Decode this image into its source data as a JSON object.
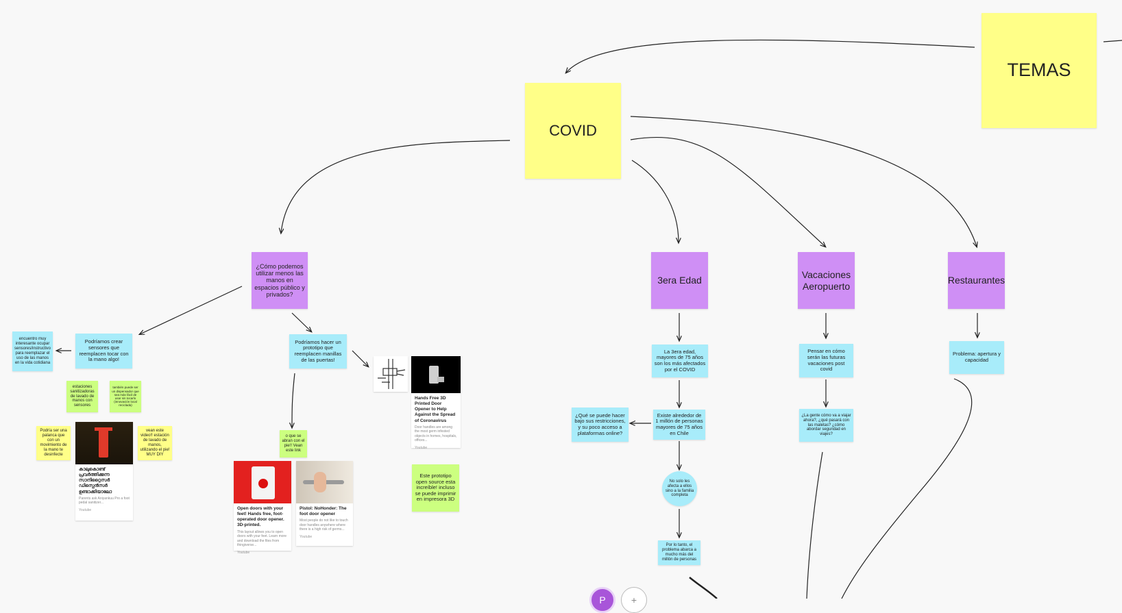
{
  "board": {
    "main_topic": "TEMAS",
    "hub": "COVID",
    "topics": {
      "manos": "¿Cómo podemos utilizar menos las manos en espacios público y privados?",
      "edad": "3era Edad",
      "vacaciones": "Vacaciones Aeropuerto",
      "restaurantes": "Restaurantes"
    },
    "manos_branch": {
      "sensores": "Podríamos crear sensores que reemplacen tocar con la mano algo!",
      "sensores_note": "encuentro muy interesante ocupar sensores/instructivo para reemplazar el uso de las manos en la vida cotidiana",
      "green_note_1": "estaciones sanitizadoras de lavado de manos con sensores",
      "green_note_2": "también puede ser un dispensador que sea más fácil de usar sin tocarlo (innovación local reciclada)",
      "yellow_note_1": "Podría ser una palanca que con un movimiento de la mano te desinfecte",
      "yellow_note_2": "vean este video!! estación de lavado de manos, utilizando el pie! MUY DIY",
      "prototipo": "Podríamos hacer un prototipo que reemplacen manillas de las puertas!",
      "pie_note": "o que se abran con el pie!! Vean este link",
      "open_source_note": "Este prototipo open source esta increíble! incluso se puede imprimir en impresora 3D"
    },
    "cards": {
      "card_1": {
        "title": "കാലുകൊണ്ട് പ്രവർത്തിക്കുന്ന സാനിറ്റൈസർ ഡിസ്പെൻസർ ഉണ്ടാക്കിയാലോ",
        "desc": "Parents ask Aniyankuu Pro a foot pedal sanitizer...",
        "foot": "Youtube"
      },
      "card_2": {
        "title": "Open doors with your feet! Hands free, foot-operated door opener. 3D-printed.",
        "desc": "This layout allows you to open doors with your feet. Learn more and download the files from thingiverse...",
        "foot": "Youtube"
      },
      "card_3": {
        "title": "Pistol: NoHonder: The foot door opener",
        "desc": "Most people do not like to touch door handles anywhere where there is a high risk of germs...",
        "foot": "Youtube"
      },
      "card_4": {
        "title": "Hands Free 3D Printed Door Opener to Help Against the Spread of Coronavirus",
        "desc": "Door handles are among the most germ infested objects in homes, hospitals, offices...",
        "foot": "Youtube"
      }
    },
    "edad_branch": {
      "fact_1": "La 3era edad, mayores de 75 años son los más afectados por el COVID",
      "fact_2": "Existe alrededor de 1 millón de personas mayores de 75 años en Chile",
      "question": "¿Qué se puede hacer bajo sus restricciones, y su poco acceso a plataformas online?",
      "circle": "No solo les afecta a ellos sino a la familia completa",
      "fact_3": "Por lo tanto, el problema abarca a mucho más del millón de personas"
    },
    "vacaciones_branch": {
      "note_1": "Pensar en cómo serán las futuras vacaciones post covid",
      "note_2": "¿La gente cómo va a viajar ahora?, ¿qué pasará con las maletas? ¿cómo abordar seguridad en viajes?"
    },
    "restaurantes_branch": {
      "note_1": "Problema: apertura y capacidad"
    },
    "presence": {
      "avatar_initial": "P",
      "add_label": "+"
    },
    "colors": {
      "yellow": "#ffff88",
      "purple": "#cf8ff5",
      "cyan": "#a8ecfa",
      "green": "#ccff80",
      "avatar": "#a855d9"
    }
  }
}
